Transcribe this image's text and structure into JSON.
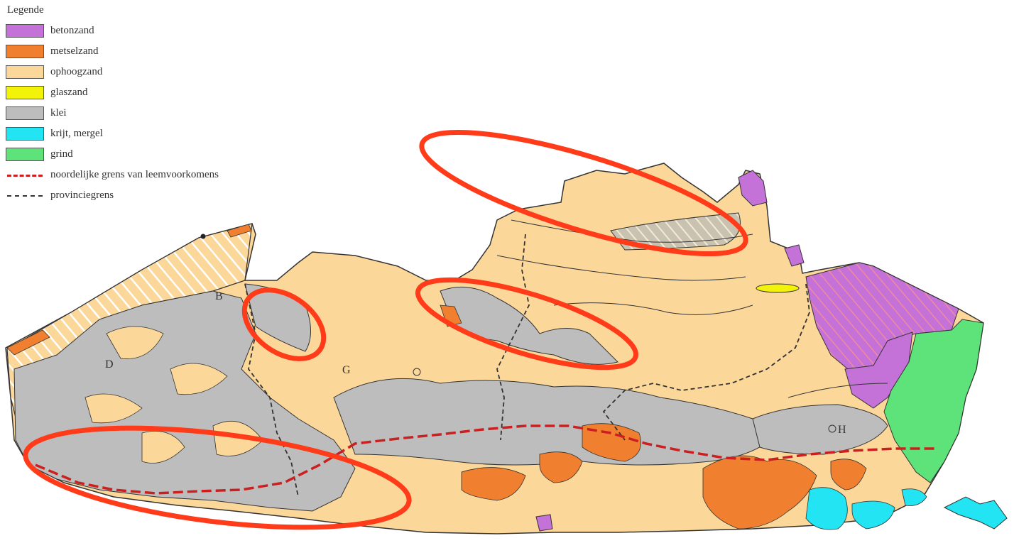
{
  "legend": {
    "title": "Legende",
    "items": [
      {
        "label": "betonzand",
        "color": "#c472d8",
        "kind": "fill"
      },
      {
        "label": "metselzand",
        "color": "#f08030",
        "kind": "fill"
      },
      {
        "label": "ophoogzand",
        "color": "#fcd79a",
        "kind": "fill"
      },
      {
        "label": "glaszand",
        "color": "#f2f20a",
        "kind": "fill"
      },
      {
        "label": "klei",
        "color": "#bdbdbd",
        "kind": "fill"
      },
      {
        "label": "krijt, mergel",
        "color": "#23e4f2",
        "kind": "fill"
      },
      {
        "label": "grind",
        "color": "#5ee37a",
        "kind": "fill"
      },
      {
        "label": "noordelijke grens van leemvoorkomens",
        "color": "#cc1f1f",
        "kind": "line-red"
      },
      {
        "label": "provinciegrens",
        "color": "#333333",
        "kind": "line-black"
      }
    ]
  },
  "map": {
    "labels": [
      {
        "id": "label-b",
        "text": "B"
      },
      {
        "id": "label-d",
        "text": "D"
      },
      {
        "id": "label-g",
        "text": "G"
      },
      {
        "id": "label-h",
        "text": "H"
      }
    ],
    "colors": {
      "betonzand": "#c472d8",
      "metselzand": "#f08030",
      "ophoogzand": "#fcd79a",
      "klei": "#bdbdbd",
      "krijt": "#23e4f2",
      "grind": "#5ee37a",
      "boundary": "#cc1f1f",
      "annotation": "#ff3b1a",
      "outline": "#333333"
    }
  }
}
